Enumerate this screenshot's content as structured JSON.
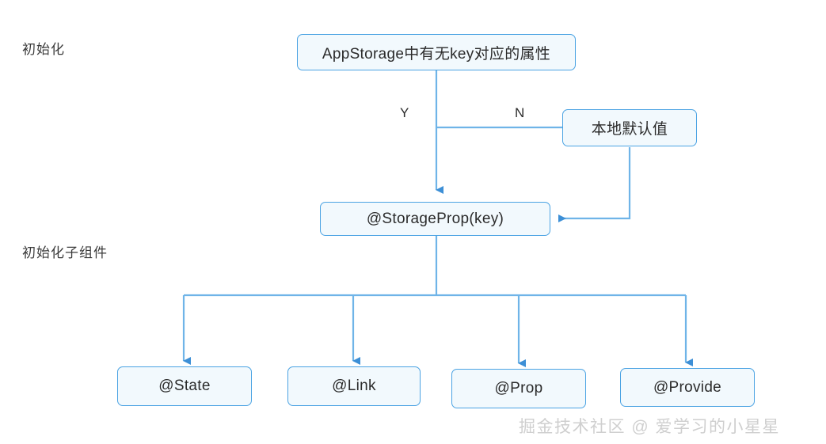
{
  "diagram": {
    "title": "AppStorage StorageProp initialization flow",
    "background": "#ffffff",
    "accent_color": "#4ba3e3",
    "node_fill": "#f2f9fd",
    "arrow_color": "#3d8fd6",
    "stage_labels": [
      {
        "name": "init",
        "text": "初始化"
      },
      {
        "name": "init-child",
        "text": "初始化子组件"
      }
    ],
    "nodes": {
      "decision": "AppStorage中有无key对应的属性",
      "local_default": "本地默认值",
      "storage_prop": "@StorageProp(key)",
      "state": "@State",
      "link": "@Link",
      "prop": "@Prop",
      "provide": "@Provide"
    },
    "edge_labels": {
      "yes": "Y",
      "no": "N"
    },
    "watermark": "掘金技术社区 @ 爱学习的小星星"
  }
}
